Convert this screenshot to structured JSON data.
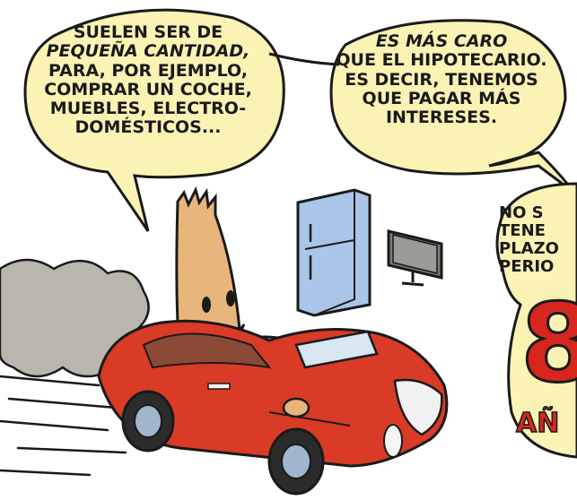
{
  "bubble_left": {
    "lines": [
      "SUELEN SER DE",
      "PEQUEÑA CANTIDAD,",
      "PARA, POR EJEMPLO,",
      "COMPRAR UN COCHE,",
      "MUEBLES, ELECTRO-",
      "DOMÉSTICOS..."
    ]
  },
  "bubble_middle": {
    "lines": [
      "ES MÁS CARO",
      "QUE EL HIPOTECARIO.",
      "ES DECIR, TENEMOS",
      "QUE PAGAR MÁS",
      "INTERESES."
    ]
  },
  "bubble_right": {
    "lines": [
      "NO S",
      "TENE",
      "PLAZO",
      "PERIO"
    ],
    "big_number": "8",
    "years_label": "AÑ"
  },
  "colors": {
    "bubble_fill": "#fbf3b4",
    "car_red": "#d93b26",
    "fridge_blue": "#a9c5e8",
    "skin": "#e8b57d",
    "smoke": "#b9b6ad"
  }
}
